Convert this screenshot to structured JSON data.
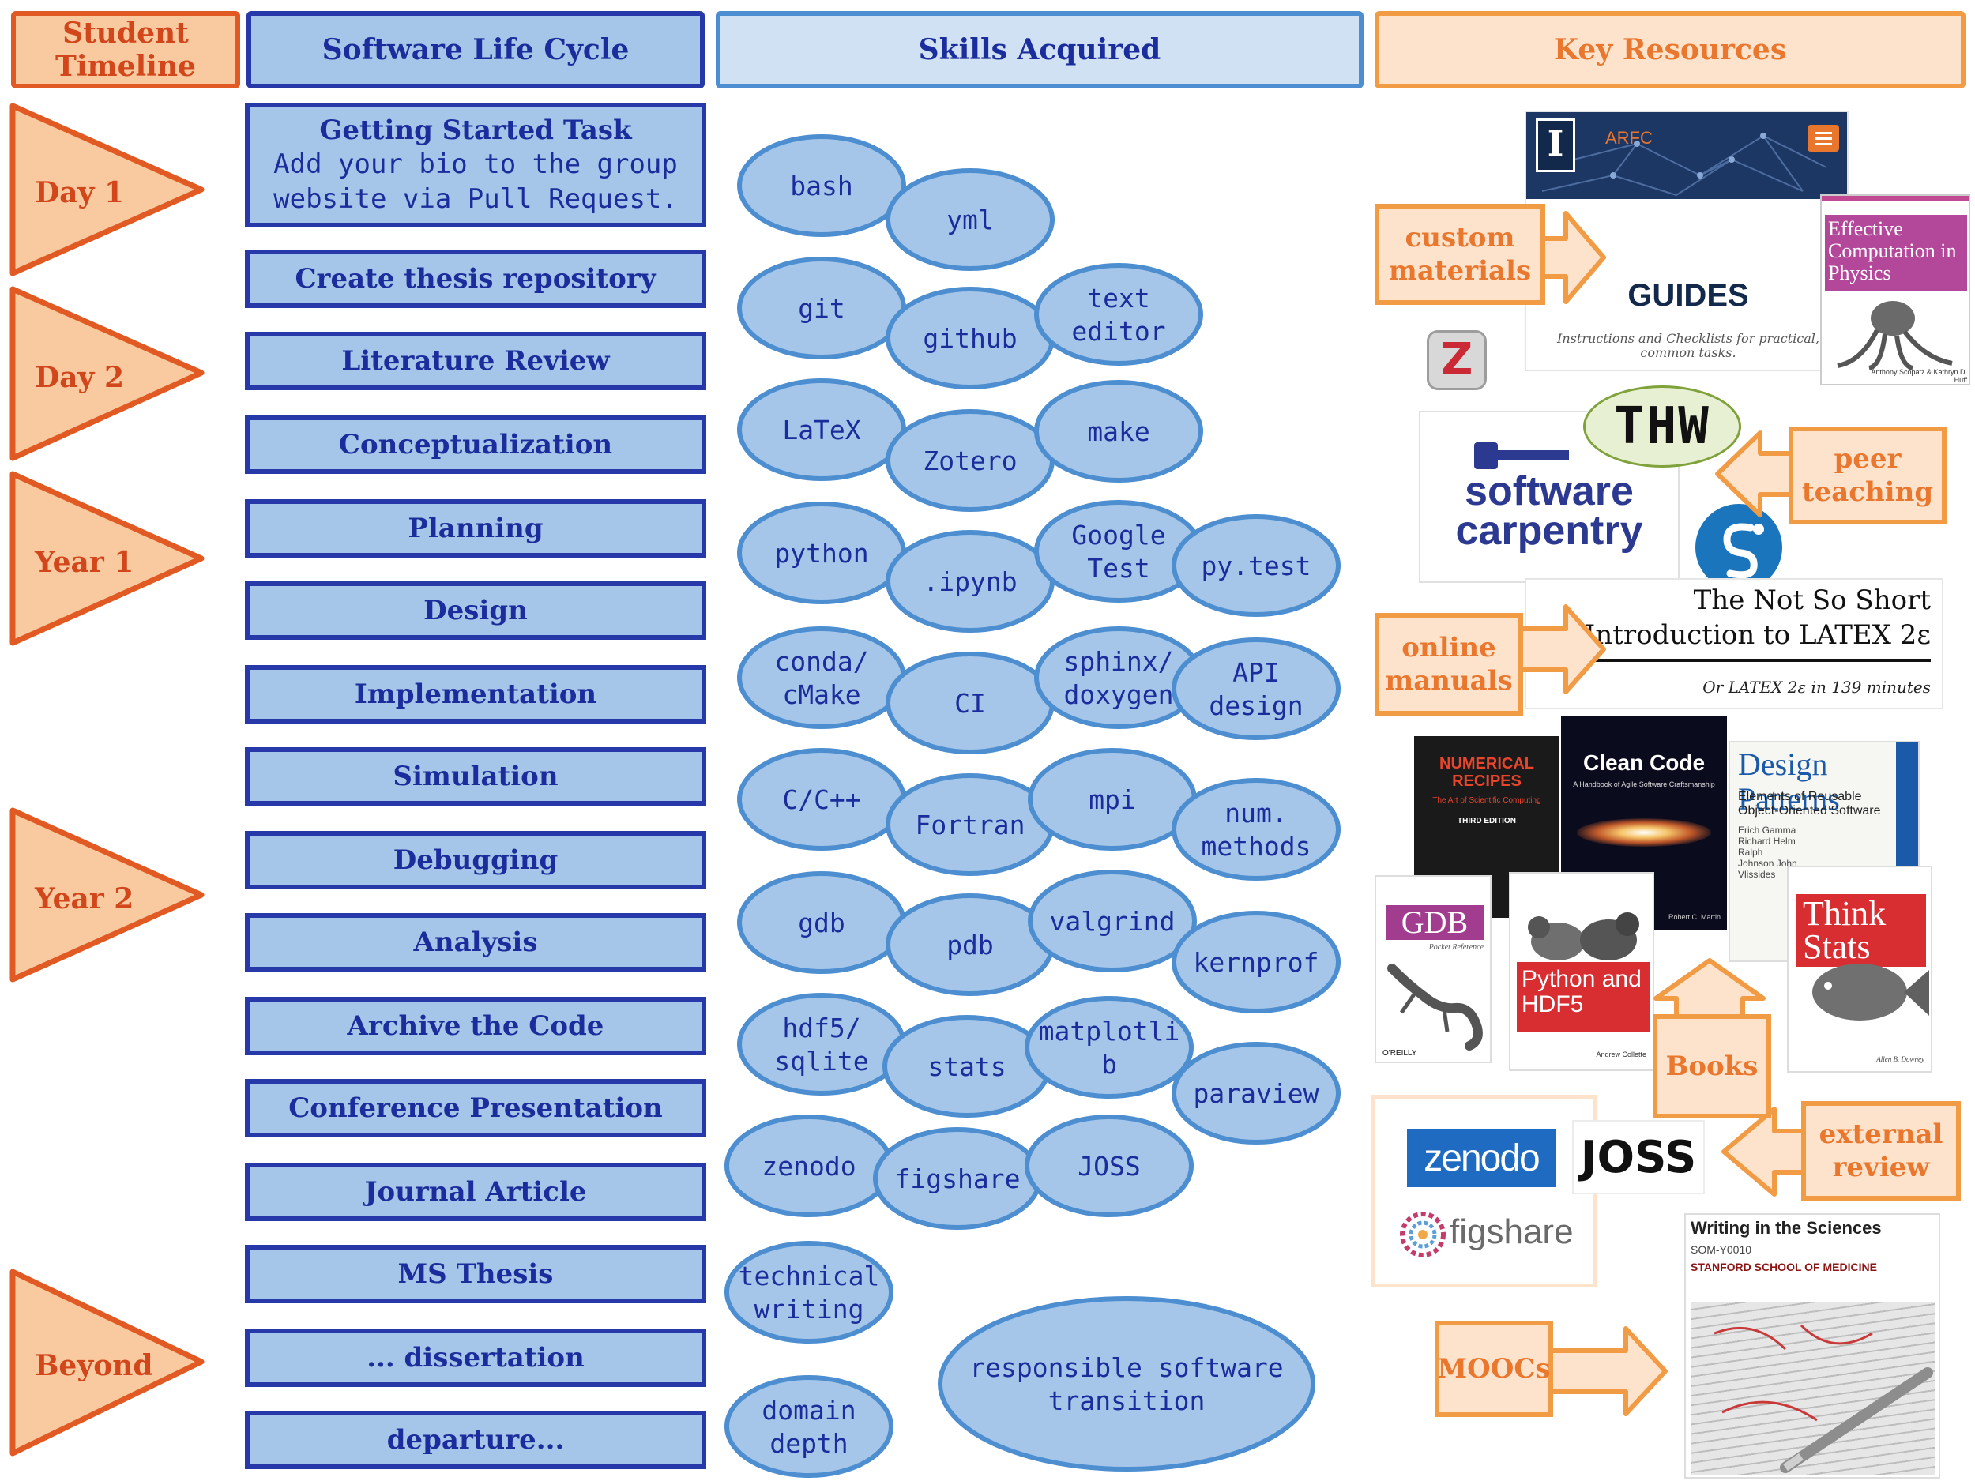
{
  "headers": {
    "timeline": "Student Timeline",
    "lifecycle": "Software Life Cycle",
    "skills": "Skills Acquired",
    "resources": "Key Resources"
  },
  "timeline": [
    "Day 1",
    "Day 2",
    "Year 1",
    "Year 2",
    "Beyond"
  ],
  "lifecycle": {
    "getting_started_title": "Getting Started Task",
    "getting_started_line1": "Add your bio to the group",
    "getting_started_line2": "website via Pull Request.",
    "steps": [
      "Create thesis repository",
      "Literature Review",
      "Conceptualization",
      "Planning",
      "Design",
      "Implementation",
      "Simulation",
      "Debugging",
      "Analysis",
      "Archive the Code",
      "Conference Presentation",
      "Journal Article",
      "MS Thesis",
      "... dissertation",
      "departure..."
    ]
  },
  "skills": [
    "bash",
    "yml",
    "git",
    "github",
    "text editor",
    "LaTeX",
    "Zotero",
    "make",
    "python",
    ".ipynb",
    "Google Test",
    "py.test",
    "conda/ cMake",
    "CI",
    "sphinx/ doxygen",
    "API design",
    "C/C++",
    "Fortran",
    "mpi",
    "num. methods",
    "gdb",
    "pdb",
    "valgrind",
    "kernprof",
    "hdf5/ sqlite",
    "stats",
    "matplotli b",
    "paraview",
    "zenodo",
    "figshare",
    "JOSS",
    "technical writing",
    "domain depth",
    "responsible software transition"
  ],
  "resource_labels": {
    "custom_materials": "custom materials",
    "peer_teaching": "peer teaching",
    "online_manuals": "online manuals",
    "books": "Books",
    "external_review": "external review",
    "moocs": "MOOCs"
  },
  "resources": {
    "arfc": "ARFC",
    "arfc_logo": "I",
    "guides_title": "GUIDES",
    "guides_sub": "Instructions and Checklists for practical, common tasks.",
    "effective_comp": "Effective Computation in Physics",
    "effective_comp_authors": "Anthony Scopatz & Kathryn D. Huff",
    "zotero_logo": "Z",
    "thw": "THW",
    "swc_line1": "software",
    "swc_line2": "carpentry",
    "latex_title_line1": "The Not So Short",
    "latex_title_line2": "Introduction to LATEX 2ε",
    "latex_sub": "Or LATEX 2ε in 139 minutes",
    "nr_title": "NUMERICAL RECIPES",
    "nr_sub": "The Art of Scientific Computing",
    "nr_edition": "THIRD EDITION",
    "clean_code": "Clean Code",
    "clean_code_sub": "A Handbook of Agile Software Craftsmanship",
    "clean_code_author": "Robert C. Martin",
    "design_patterns": "Design Patterns",
    "design_patterns_sub": "Elements of Reusable Object-Oriented Software",
    "design_patterns_authors": "Erich Gamma Richard Helm Ralph Johnson John Vlissides",
    "gdb": "GDB",
    "gdb_sub": "Pocket Reference",
    "python_hdf5": "Python and HDF5",
    "python_hdf5_author": "Andrew Collette",
    "think_stats": "Think Stats",
    "think_stats_author": "Allen B. Downey",
    "oreilly": "O'REILLY",
    "zenodo": "zenodo",
    "figshare": "figshare",
    "joss": "JOSS",
    "mooc_title": "Writing in the Sciences",
    "mooc_code": "SOM-Y0010",
    "mooc_school": "STANFORD SCHOOL OF MEDICINE"
  },
  "colors": {
    "timeline_fill": "#f9c9a0",
    "timeline_stroke": "#e15a23",
    "lifecycle_fill": "#a5c6e8",
    "lifecycle_stroke": "#2739a8",
    "skill_fill": "#a5c6e8",
    "skill_stroke": "#4d8ed0",
    "resource_fill": "#fde3cc",
    "resource_stroke": "#f29b45"
  }
}
